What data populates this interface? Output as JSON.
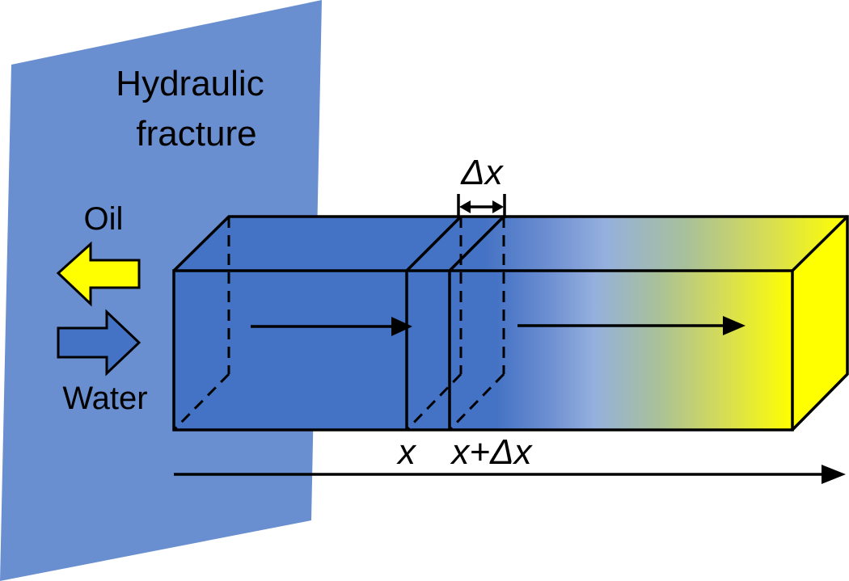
{
  "fracture": {
    "label_line1": "Hydraulic",
    "label_line2": "fracture",
    "color": "#6a8fd0"
  },
  "flows": {
    "oil": {
      "label": "Oil",
      "color": "#ffff00"
    },
    "water": {
      "label": "Water",
      "color": "#4472c4"
    }
  },
  "block": {
    "front_color": "#4472c4",
    "end_color": "#ffff00",
    "mid_color": "#8ea9db",
    "outline_color": "#000000"
  },
  "labels": {
    "delta_x": "Δx",
    "x": "x",
    "x_plus_dx": "x+Δx"
  }
}
